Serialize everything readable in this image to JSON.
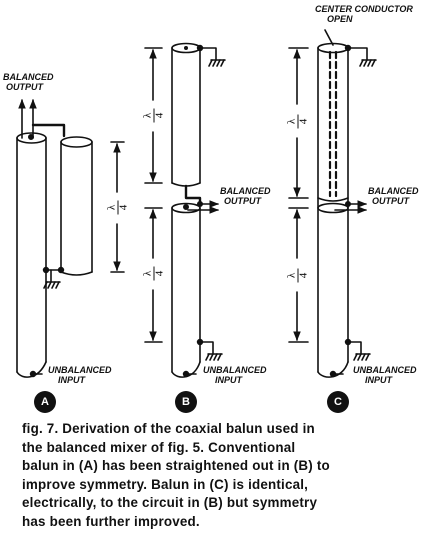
{
  "diagram": {
    "panel_a": {
      "label": "A",
      "output_label": [
        "BALANCED",
        "OUTPUT"
      ],
      "input_label": [
        "UNBALANCED",
        "INPUT"
      ],
      "length_num": "λ",
      "length_den": "4"
    },
    "panel_b": {
      "label": "B",
      "output_label": [
        "BALANCED",
        "OUTPUT"
      ],
      "input_label": [
        "UNBALANCED",
        "INPUT"
      ],
      "length_num": "λ",
      "length_den": "4"
    },
    "panel_c": {
      "label": "C",
      "top_label": [
        "CENTER CONDUCTOR",
        "OPEN"
      ],
      "output_label": [
        "BALANCED",
        "OUTPUT"
      ],
      "input_label": [
        "UNBALANCED",
        "INPUT"
      ],
      "length_num": "λ",
      "length_den": "4"
    }
  },
  "caption": {
    "lines": [
      "fig. 7. Derivation of the coaxial balun used in",
      "the balanced mixer of fig. 5. Conventional",
      "balun in (A) has been straightened out in (B) to",
      "improve symmetry. Balun in (C) is identical,",
      "electrically, to the circuit in (B) but symmetry",
      "has been further improved."
    ]
  }
}
